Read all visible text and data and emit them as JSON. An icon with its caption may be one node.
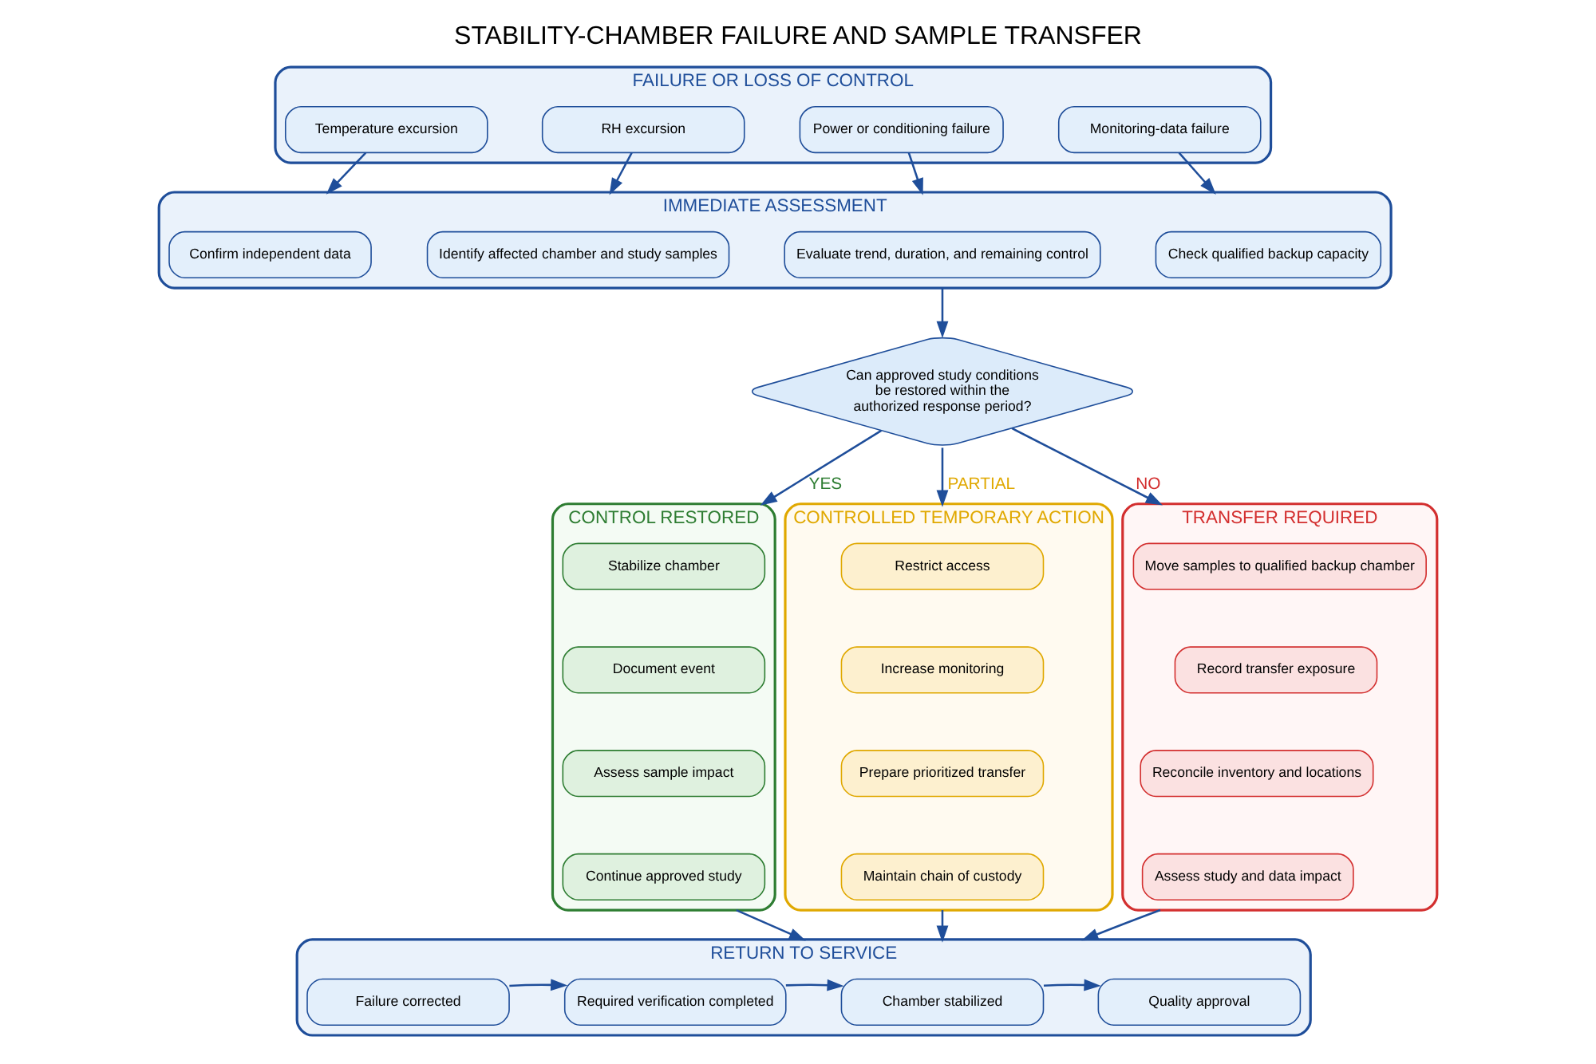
{
  "diagram": {
    "title": "STABILITY-CHAMBER FAILURE AND SAMPLE TRANSFER",
    "nodes": [
      {
        "text": [
          "FAILURE OR LOSS OF CONTROL"
        ]
      },
      {
        "text": [
          "Temperature excursion"
        ],
        "in": 0
      },
      {
        "text": [
          "RH excursion"
        ],
        "in": 0
      },
      {
        "text": [
          "Power or conditioning failure"
        ],
        "in": 0
      },
      {
        "text": [
          "Monitoring-data failure"
        ],
        "in": 0
      },
      {
        "text": [
          "IMMEDIATE ASSESSMENT"
        ]
      },
      {
        "text": [
          "Confirm independent data"
        ],
        "in": 5
      },
      {
        "text": [
          "Identify affected chamber and study samples"
        ],
        "in": 5
      },
      {
        "text": [
          "Evaluate trend, duration, and remaining control"
        ],
        "in": 5
      },
      {
        "text": [
          "Check qualified backup capacity"
        ],
        "in": 5
      },
      {
        "text": [
          "Can approved study conditions be restored within the authorized response period?"
        ]
      },
      {
        "text": [
          "CONTROL RESTORED"
        ]
      },
      {
        "text": [
          "Stabilize chamber"
        ],
        "in": 11
      },
      {
        "text": [
          "Document event"
        ],
        "in": 11
      },
      {
        "text": [
          "Assess sample impact"
        ],
        "in": 11
      },
      {
        "text": [
          "Continue approved study"
        ],
        "in": 11
      },
      {
        "text": [
          "CONTROLLED TEMPORARY ACTION"
        ]
      },
      {
        "text": [
          "Restrict access"
        ],
        "in": 16
      },
      {
        "text": [
          "Increase monitoring"
        ],
        "in": 16
      },
      {
        "text": [
          "Prepare prioritized transfer"
        ],
        "in": 16
      },
      {
        "text": [
          "Maintain chain of custody"
        ],
        "in": 16
      },
      {
        "text": [
          "TRANSFER REQUIRED"
        ]
      },
      {
        "text": [
          "Move samples to qualified backup chamber"
        ],
        "in": 21
      },
      {
        "text": [
          "Record transfer exposure"
        ],
        "in": 21
      },
      {
        "text": [
          "Reconcile inventory and locations"
        ],
        "in": 21
      },
      {
        "text": [
          "Assess study and data impact"
        ],
        "in": 21
      },
      {
        "text": [
          "RETURN TO SERVICE"
        ]
      },
      {
        "text": [
          "Failure corrected"
        ],
        "in": 26
      },
      {
        "text": [
          "Required verification completed"
        ],
        "in": 26
      },
      {
        "text": [
          "Chamber stabilized"
        ],
        "in": 26
      },
      {
        "text": [
          "Quality approval"
        ],
        "in": 26
      }
    ],
    "edges": [
      {
        "from": 1,
        "to": 5,
        "arrow": "to"
      },
      {
        "from": 2,
        "to": 5,
        "arrow": "to"
      },
      {
        "from": 3,
        "to": 5,
        "arrow": "to"
      },
      {
        "from": 4,
        "to": 5,
        "arrow": "to"
      },
      {
        "from": 5,
        "to": 10,
        "arrow": "to"
      },
      {
        "from": 10,
        "to": 11,
        "label": "YES",
        "arrow": "to"
      },
      {
        "from": 10,
        "to": 16,
        "label": "PARTIAL",
        "arrow": "to"
      },
      {
        "from": 10,
        "to": 21,
        "label": "NO",
        "arrow": "to"
      },
      {
        "from": 11,
        "to": 26,
        "arrow": "to"
      },
      {
        "from": 16,
        "to": 26,
        "arrow": "to"
      },
      {
        "from": 21,
        "to": 26,
        "arrow": "to"
      },
      {
        "from": 27,
        "to": 28,
        "arrow": "to"
      },
      {
        "from": 28,
        "to": 29,
        "arrow": "to"
      },
      {
        "from": 29,
        "to": 30,
        "arrow": "to"
      }
    ]
  }
}
